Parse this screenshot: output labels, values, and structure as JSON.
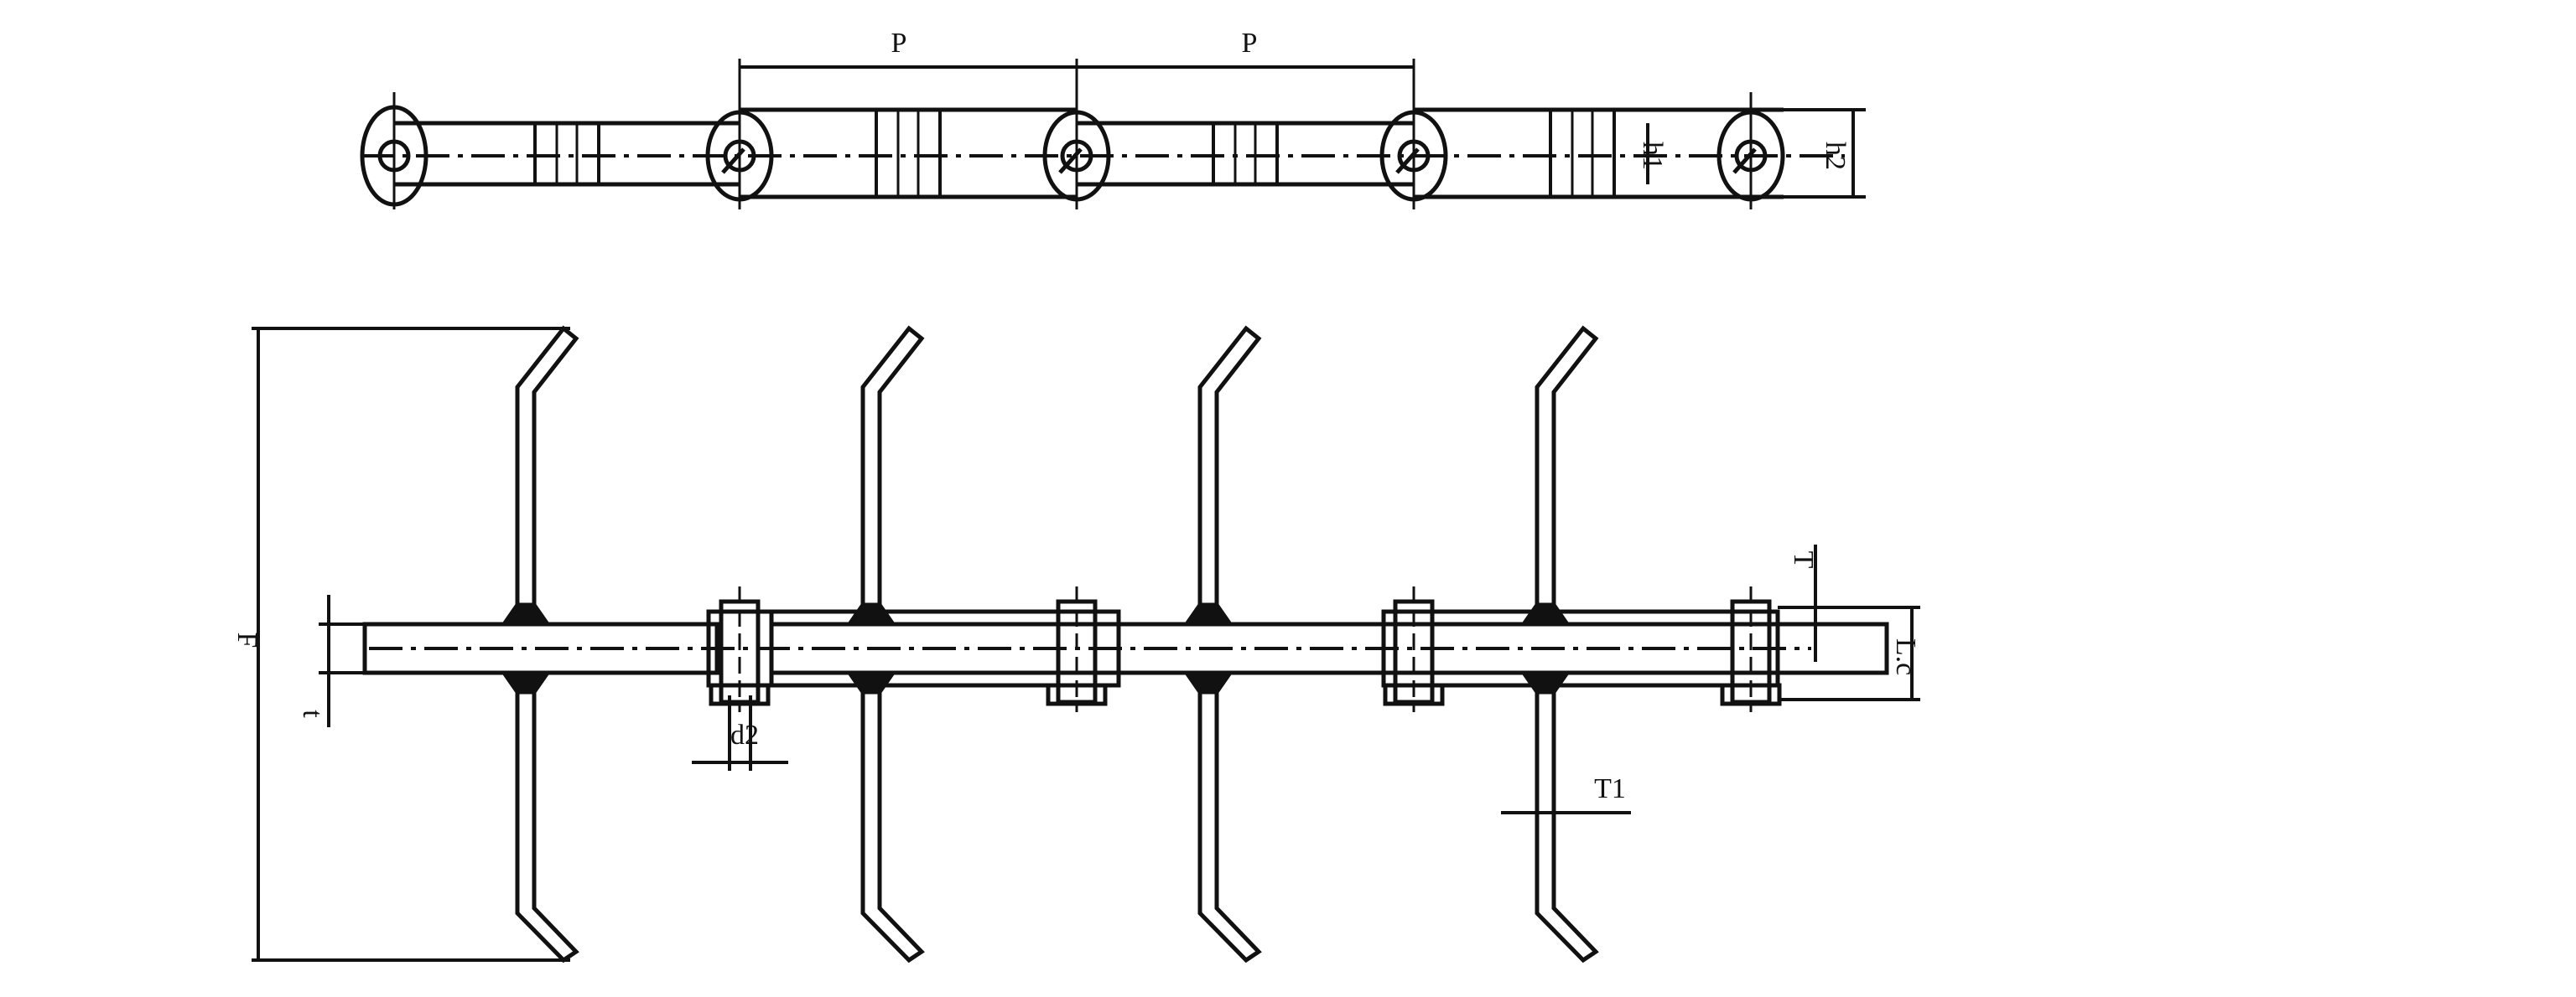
{
  "labels": {
    "pitch_1": "P",
    "pitch_2": "P",
    "h1": "h1",
    "h2": "h2",
    "flight_length": "F",
    "t": "t",
    "d2": "d2",
    "T": "T",
    "T1": "T1",
    "Lc": "L.c"
  },
  "colors": {
    "line": "#111111",
    "background": "#ffffff"
  }
}
